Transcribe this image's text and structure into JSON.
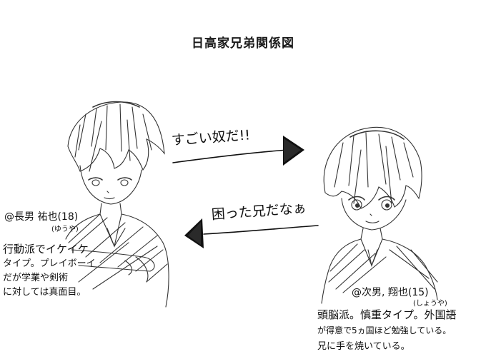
{
  "title": "日高家兄弟関係図",
  "arrow_top": {
    "label": "すごい奴だ!!",
    "direction": "right"
  },
  "arrow_bottom": {
    "label": "困った兄だなぁ",
    "direction": "left"
  },
  "elder": {
    "name_line": "@長男 祐也(18)",
    "reading": "(ゆうや)",
    "description": [
      "行動派でイケイケ",
      "タイプ。プレイボーイ",
      "だが学業や剣術",
      "に対しては真面目。"
    ]
  },
  "younger": {
    "name_line": "@次男, 翔也(15)",
    "reading": "(しょうや)",
    "description": [
      "頭脳派。慎重タイプ。外国語",
      "が得意で5ヵ国ほど勉強している。",
      "兄に手を焼いている。"
    ]
  },
  "colors": {
    "ink": "#1a1a1a",
    "paper": "#ffffff",
    "pencil": "#555555"
  }
}
